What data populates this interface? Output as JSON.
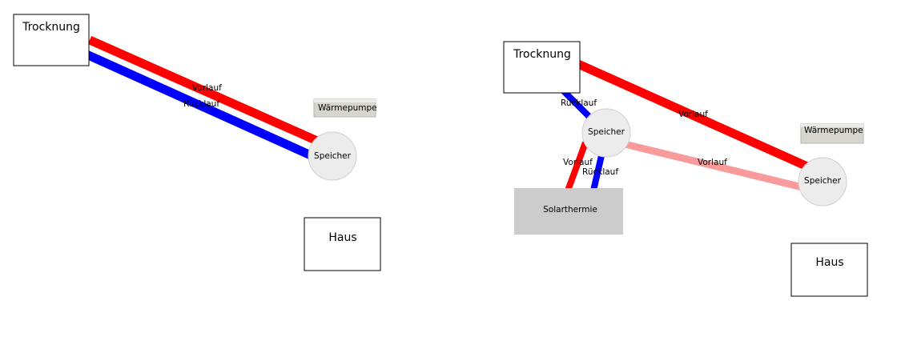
{
  "colors": {
    "vorlauf": "#ff0000",
    "ruecklauf": "#0000ff",
    "vorlauf_light": "#f99b9b",
    "solar_fill": "#cccccc",
    "speicher_fill": "#ececec",
    "waermepumpe_fill": "#d6d6ce"
  },
  "left": {
    "trocknung": "Trocknung",
    "waermepumpe": "Wärmepumpe",
    "speicher": "Speicher",
    "haus": "Haus",
    "vorlauf": "Vorlauf",
    "ruecklauf": "Rücklauf"
  },
  "right": {
    "trocknung": "Trocknung",
    "waermepumpe": "Wärmepumpe",
    "speicher_top": "Speicher",
    "speicher_right": "Speicher",
    "haus": "Haus",
    "solarthermie": "Solarthermie",
    "vorlauf_main": "Vorlauf",
    "vorlauf_light": "Vorlauf",
    "vorlauf_solar": "Vorlauf",
    "ruecklauf_trocknung": "Rücklauf",
    "ruecklauf_solar": "Rücklauf"
  }
}
